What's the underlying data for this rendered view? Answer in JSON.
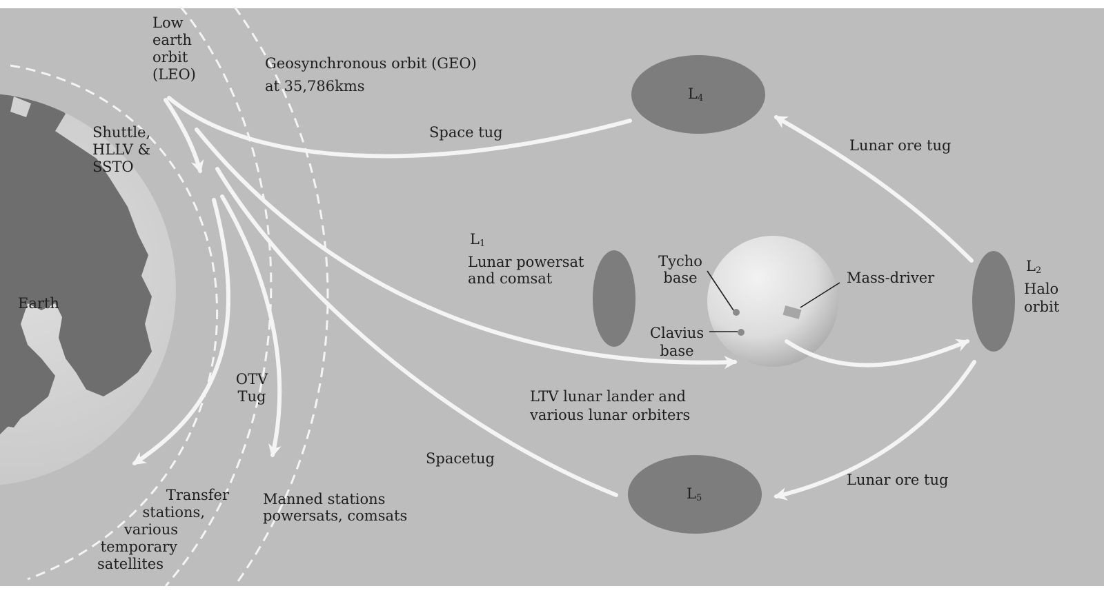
{
  "colors": {
    "background": "#bdbdbd",
    "earth_ocean": "#d2d2d2",
    "earth_land": "#6e6e6e",
    "lagrange_zone": "#7d7d7d",
    "moon": "#e4e4e4",
    "arrow": "#f4f4f4",
    "orbit_dashed": "#f4f4f4",
    "text": "#1e1e1e"
  },
  "labels": {
    "leo": [
      "Low",
      "earth",
      "orbit",
      "(LEO)"
    ],
    "geo": [
      "Geosynchronous orbit (GEO)",
      "at 35,786kms"
    ],
    "shuttle": [
      "Shuttle,",
      "HLLV &",
      "SSTO"
    ],
    "earth": "Earth",
    "otv": [
      "OTV",
      "Tug"
    ],
    "transfer": [
      "Transfer",
      "stations,",
      "various",
      "temporary",
      "satellites"
    ],
    "manned": [
      "Manned stations",
      "powersats, comsats"
    ],
    "space_tug_top": "Space tug",
    "spacetug_bottom": "Spacetug",
    "ltv": [
      "LTV lunar lander and",
      "various lunar orbiters"
    ],
    "l1": {
      "main": "L",
      "sub": "1",
      "desc": [
        "Lunar powersat",
        "and comsat"
      ]
    },
    "l2": {
      "main": "L",
      "sub": "2",
      "desc": [
        "Halo",
        "orbit"
      ]
    },
    "l4": {
      "main": "L",
      "sub": "4"
    },
    "l5": {
      "main": "L",
      "sub": "5"
    },
    "tycho": [
      "Tycho",
      "base"
    ],
    "clavius": [
      "Clavius",
      "base"
    ],
    "mass_driver": "Mass-driver",
    "lunar_ore_tug_top": "Lunar ore tug",
    "lunar_ore_tug_bottom": "Lunar ore tug"
  },
  "icons": {
    "earth": "earth-globe-icon",
    "moon": "moon-icon",
    "arrow": "arrow-icon"
  }
}
